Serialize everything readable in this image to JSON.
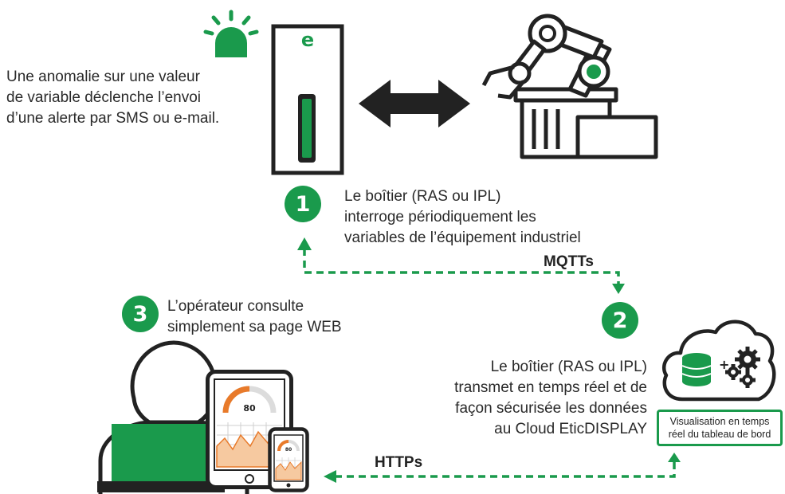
{
  "alert": {
    "line1": "Une anomalie sur une valeur",
    "line2": "de variable déclenche l’envoi",
    "line3": "d’une alerte par SMS ou e-mail."
  },
  "device": {
    "logo": "e"
  },
  "step1": {
    "number": "1",
    "line1": "Le boîtier (RAS ou IPL)",
    "line2": "interroge périodiquement les",
    "line3": "variables de l’équipement industriel"
  },
  "step2": {
    "number": "2",
    "line1": "Le boîtier (RAS ou IPL)",
    "line2": "transmet en temps réel et de",
    "line3": "façon sécurisée les données",
    "line4": "au Cloud EticDISPLAY"
  },
  "step3": {
    "number": "3",
    "line1": "L’opérateur consulte",
    "line2": "simplement sa page WEB"
  },
  "protocols": {
    "mqtt": "MQTTs",
    "http": "HTTPs"
  },
  "cloud": {
    "caption_line1": "Visualisation en temps",
    "caption_line2": "réel du tableau de bord"
  },
  "gauge": {
    "tablet_value": "80",
    "phone_value": "80"
  },
  "colors": {
    "accent_green": "#1a9a4c",
    "dark": "#222222",
    "gauge_orange": "#e87a2a",
    "chart_fill": "#f6c9a0"
  }
}
